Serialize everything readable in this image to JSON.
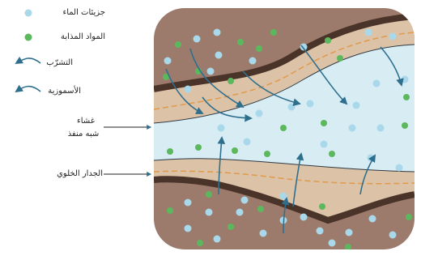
{
  "legend": {
    "water_molecules": "جزيئات الماء",
    "solutes": "المواد المذابة",
    "absorption": "التشرّب",
    "osmosis": "الأسموزية"
  },
  "labels": {
    "membrane_line1": "غشاء",
    "membrane_line2": "شبه منفذ",
    "cell_wall": "الجدار الخلوي"
  },
  "colors": {
    "water": "#a8d8ea",
    "solute": "#5cb85c",
    "arrow": "#2e6f8e",
    "soil": "#9c7b6c",
    "dark_band": "#4a3328",
    "wall": "#dcc2a6",
    "cytoplasm": "#d8ecf3",
    "dash": "#e09a4a"
  }
}
